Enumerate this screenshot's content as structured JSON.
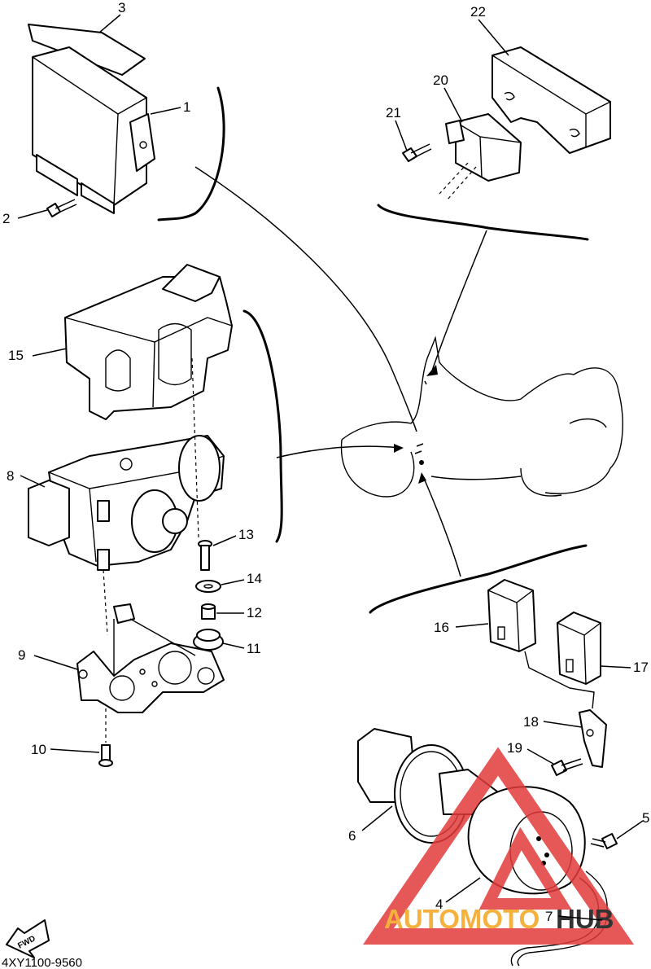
{
  "diagram_code": "4XY1100-9560",
  "fwd_label": "FWD",
  "watermark": {
    "text_main": "AUTOMOTO",
    "text_accent": "HUB",
    "color_main": "#f5b13d",
    "color_accent": "#333333",
    "logo_color": "#e23a3a"
  },
  "callouts": {
    "p1": "1",
    "p2": "2",
    "p3": "3",
    "p4": "4",
    "p5": "5",
    "p6": "6",
    "p7": "7",
    "p8": "8",
    "p9": "9",
    "p10": "10",
    "p11": "11",
    "p12": "12",
    "p13": "13",
    "p14": "14",
    "p15": "15",
    "p16": "16",
    "p17": "17",
    "p18": "18",
    "p19": "19",
    "p20": "20",
    "p21": "21",
    "p22": "22"
  }
}
